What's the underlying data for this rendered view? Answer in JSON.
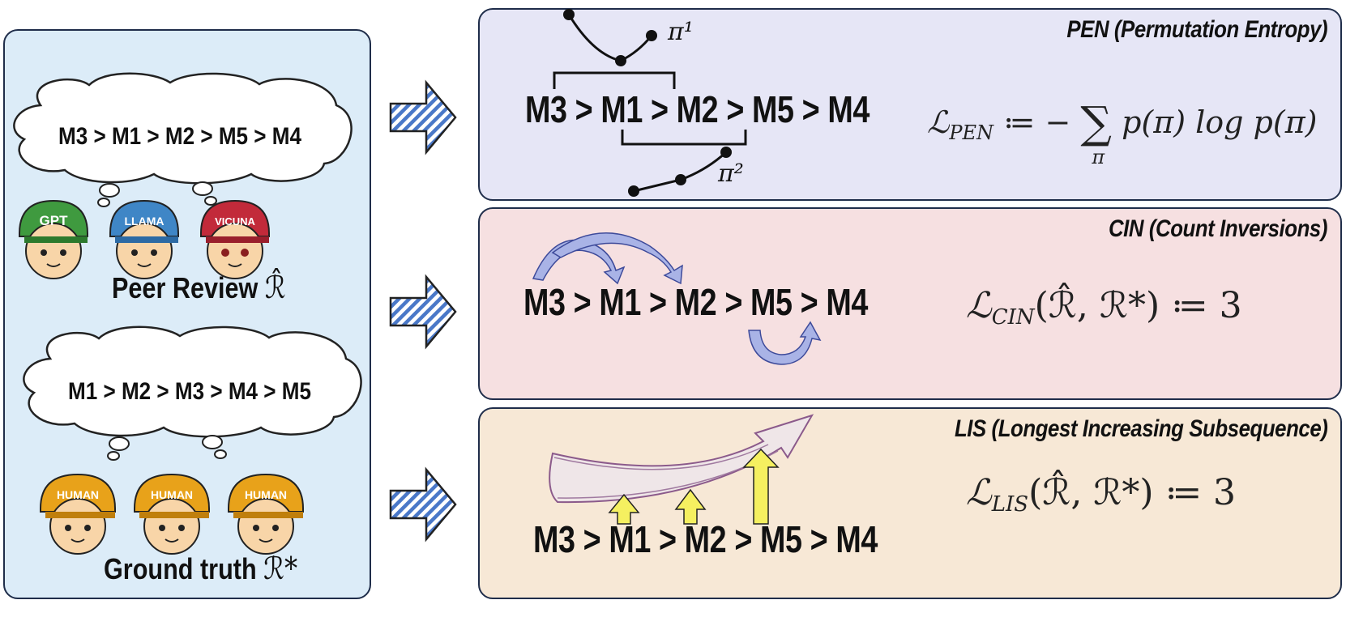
{
  "left": {
    "peer_cloud_text": "M3 > M1 > M2 > M5 > M4",
    "peer_label": "Peer Review",
    "peer_symbol": "ℛ̂",
    "agent_caps": [
      "GPT",
      "LLAMA",
      "VICUNA"
    ],
    "truth_cloud_text": "M1 > M2 > M3 > M4 > M5",
    "truth_label": "Ground truth",
    "truth_symbol": "ℛ*",
    "human_caps": [
      "HUMAN",
      "HUMAN",
      "HUMAN"
    ]
  },
  "pen": {
    "title": "PEN (Permutation Entropy)",
    "sequence": "M3 > M1 > M2 > M5 > M4",
    "pi1": "π¹",
    "pi2": "π²",
    "formula": "ℒPEN ≔ −∑π p(π) log p(π)",
    "formula_lhs": "ℒ",
    "formula_sub": "PEN",
    "formula_mid": "≔ −",
    "formula_sum": "∑",
    "formula_sum_index": "π",
    "formula_rhs": "p(π) log p(π)"
  },
  "cin": {
    "title": "CIN (Count Inversions)",
    "sequence": "M3 > M1 > M2 > M5 > M4",
    "formula_lhs": "ℒ",
    "formula_sub": "CIN",
    "formula_rhs": "(ℛ̂, ℛ*) ≔ 3"
  },
  "lis": {
    "title": "LIS (Longest Increasing Subsequence)",
    "sequence": "M3 > M1 > M2 > M5 > M4",
    "formula_lhs": "ℒ",
    "formula_sub": "LIS",
    "formula_rhs": "(ℛ̂, ℛ*) ≔ 3"
  },
  "colors": {
    "left_bg": "#dcecf8",
    "pen_bg": "#e6e6f6",
    "cin_bg": "#f6e0e1",
    "lis_bg": "#f7e8d6",
    "arrow_fill": "#4a78c8",
    "cin_arrow": "#a9b3e6",
    "lis_arrow": "#f5f060",
    "gpt_cap": "#3f9a3f",
    "llama_cap": "#3f86c6",
    "vicuna_cap": "#c22a3a",
    "human_cap": "#e8a21a"
  }
}
